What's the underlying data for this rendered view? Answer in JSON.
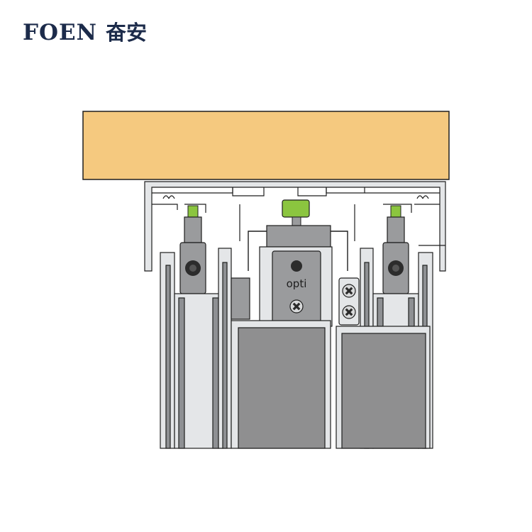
{
  "brand": {
    "name_latin": "FOEN",
    "name_cjk": "奋安",
    "color": "#1c2b4a"
  },
  "diagram": {
    "hardware_mark": "opti",
    "colors": {
      "ceiling_wood": "#f5c97f",
      "aluminium": "#e4e6e8",
      "aluminium_dark": "#8e9093",
      "panel_fill": "#8f8f90",
      "roller_body": "#9a9b9d",
      "accent_green": "#8bc53f",
      "outline": "#1e1e1e"
    }
  }
}
